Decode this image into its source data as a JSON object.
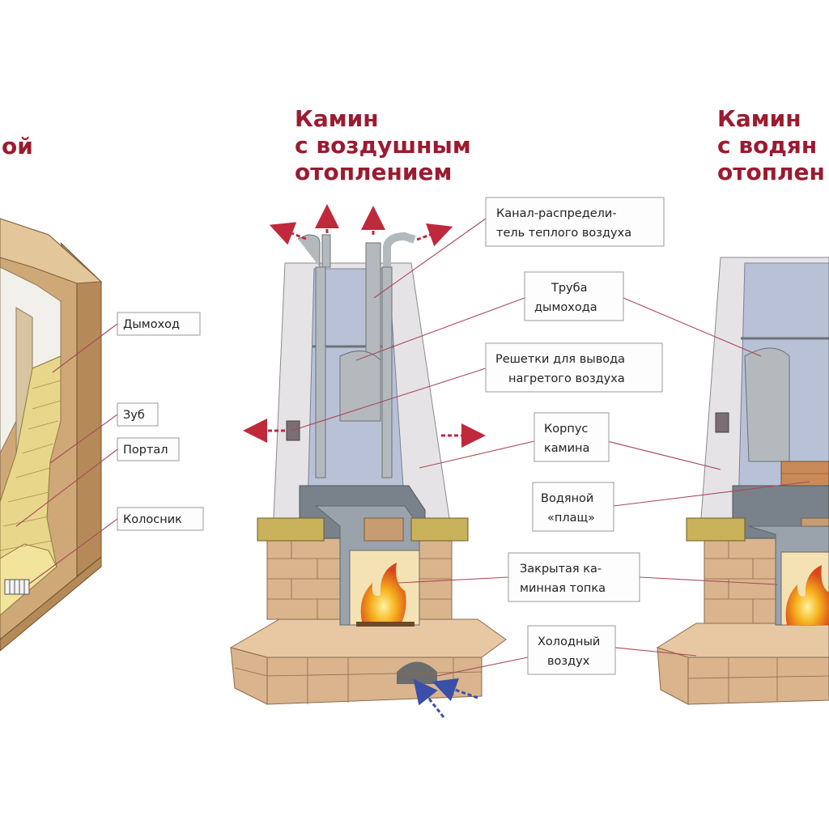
{
  "titles": {
    "left_fragment": "ой",
    "middle": [
      "Камин",
      "с воздушным",
      "отоплением"
    ],
    "right": [
      "Камин",
      "с водян",
      "отоплен"
    ]
  },
  "labels": {
    "left": [
      "Дымоход",
      "Зуб",
      "Портал",
      "Колосник"
    ],
    "middle": {
      "channel": [
        "Канал-распредели-",
        "тель теплого воздуха"
      ],
      "pipe": [
        "Труба",
        "дымохода"
      ],
      "grates": [
        "Решетки для вывода",
        "нагретого воздуха"
      ],
      "body": [
        "Корпус",
        "камина"
      ],
      "water": [
        "Водяной",
        "«плащ»"
      ],
      "firebox": [
        "Закрытая ка-",
        "минная топка"
      ],
      "cold": [
        "Холодный",
        "воздух"
      ]
    }
  },
  "colors": {
    "title": "#9b1b30",
    "leader": "#a84a5a",
    "arrow_hot": "#c0283c",
    "arrow_cold": "#3a4fa8",
    "brick": "#d9b48d",
    "shell": "#e6e3e6",
    "glass": "#b9c1d6",
    "fire": "#f29a1a"
  }
}
